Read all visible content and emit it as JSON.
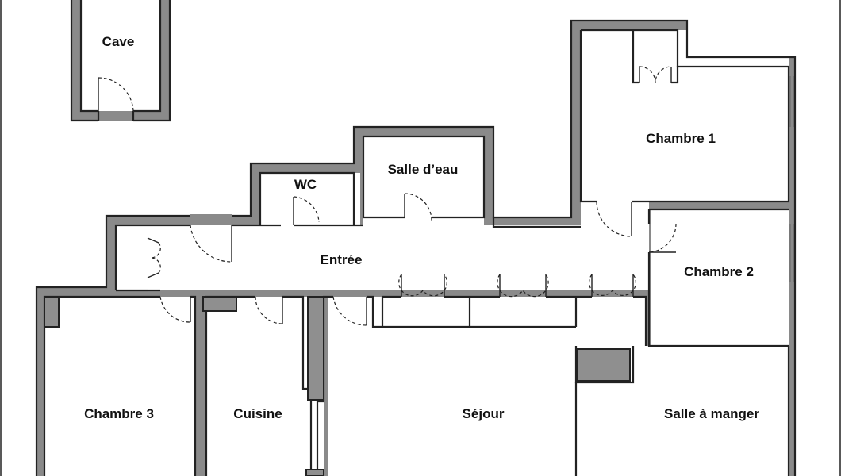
{
  "plan": {
    "rooms": {
      "cave": "Cave",
      "wc": "WC",
      "salle_deau": "Salle d’eau",
      "entree": "Entrée",
      "chambre_1": "Chambre 1",
      "chambre_2": "Chambre 2",
      "chambre_3": "Chambre 3",
      "cuisine": "Cuisine",
      "sejour": "Séjour",
      "salle_a_manger": "Salle à manger"
    },
    "colors": {
      "wall": "#8a8a8a",
      "outline": "#222222",
      "background": "#ffffff"
    }
  }
}
